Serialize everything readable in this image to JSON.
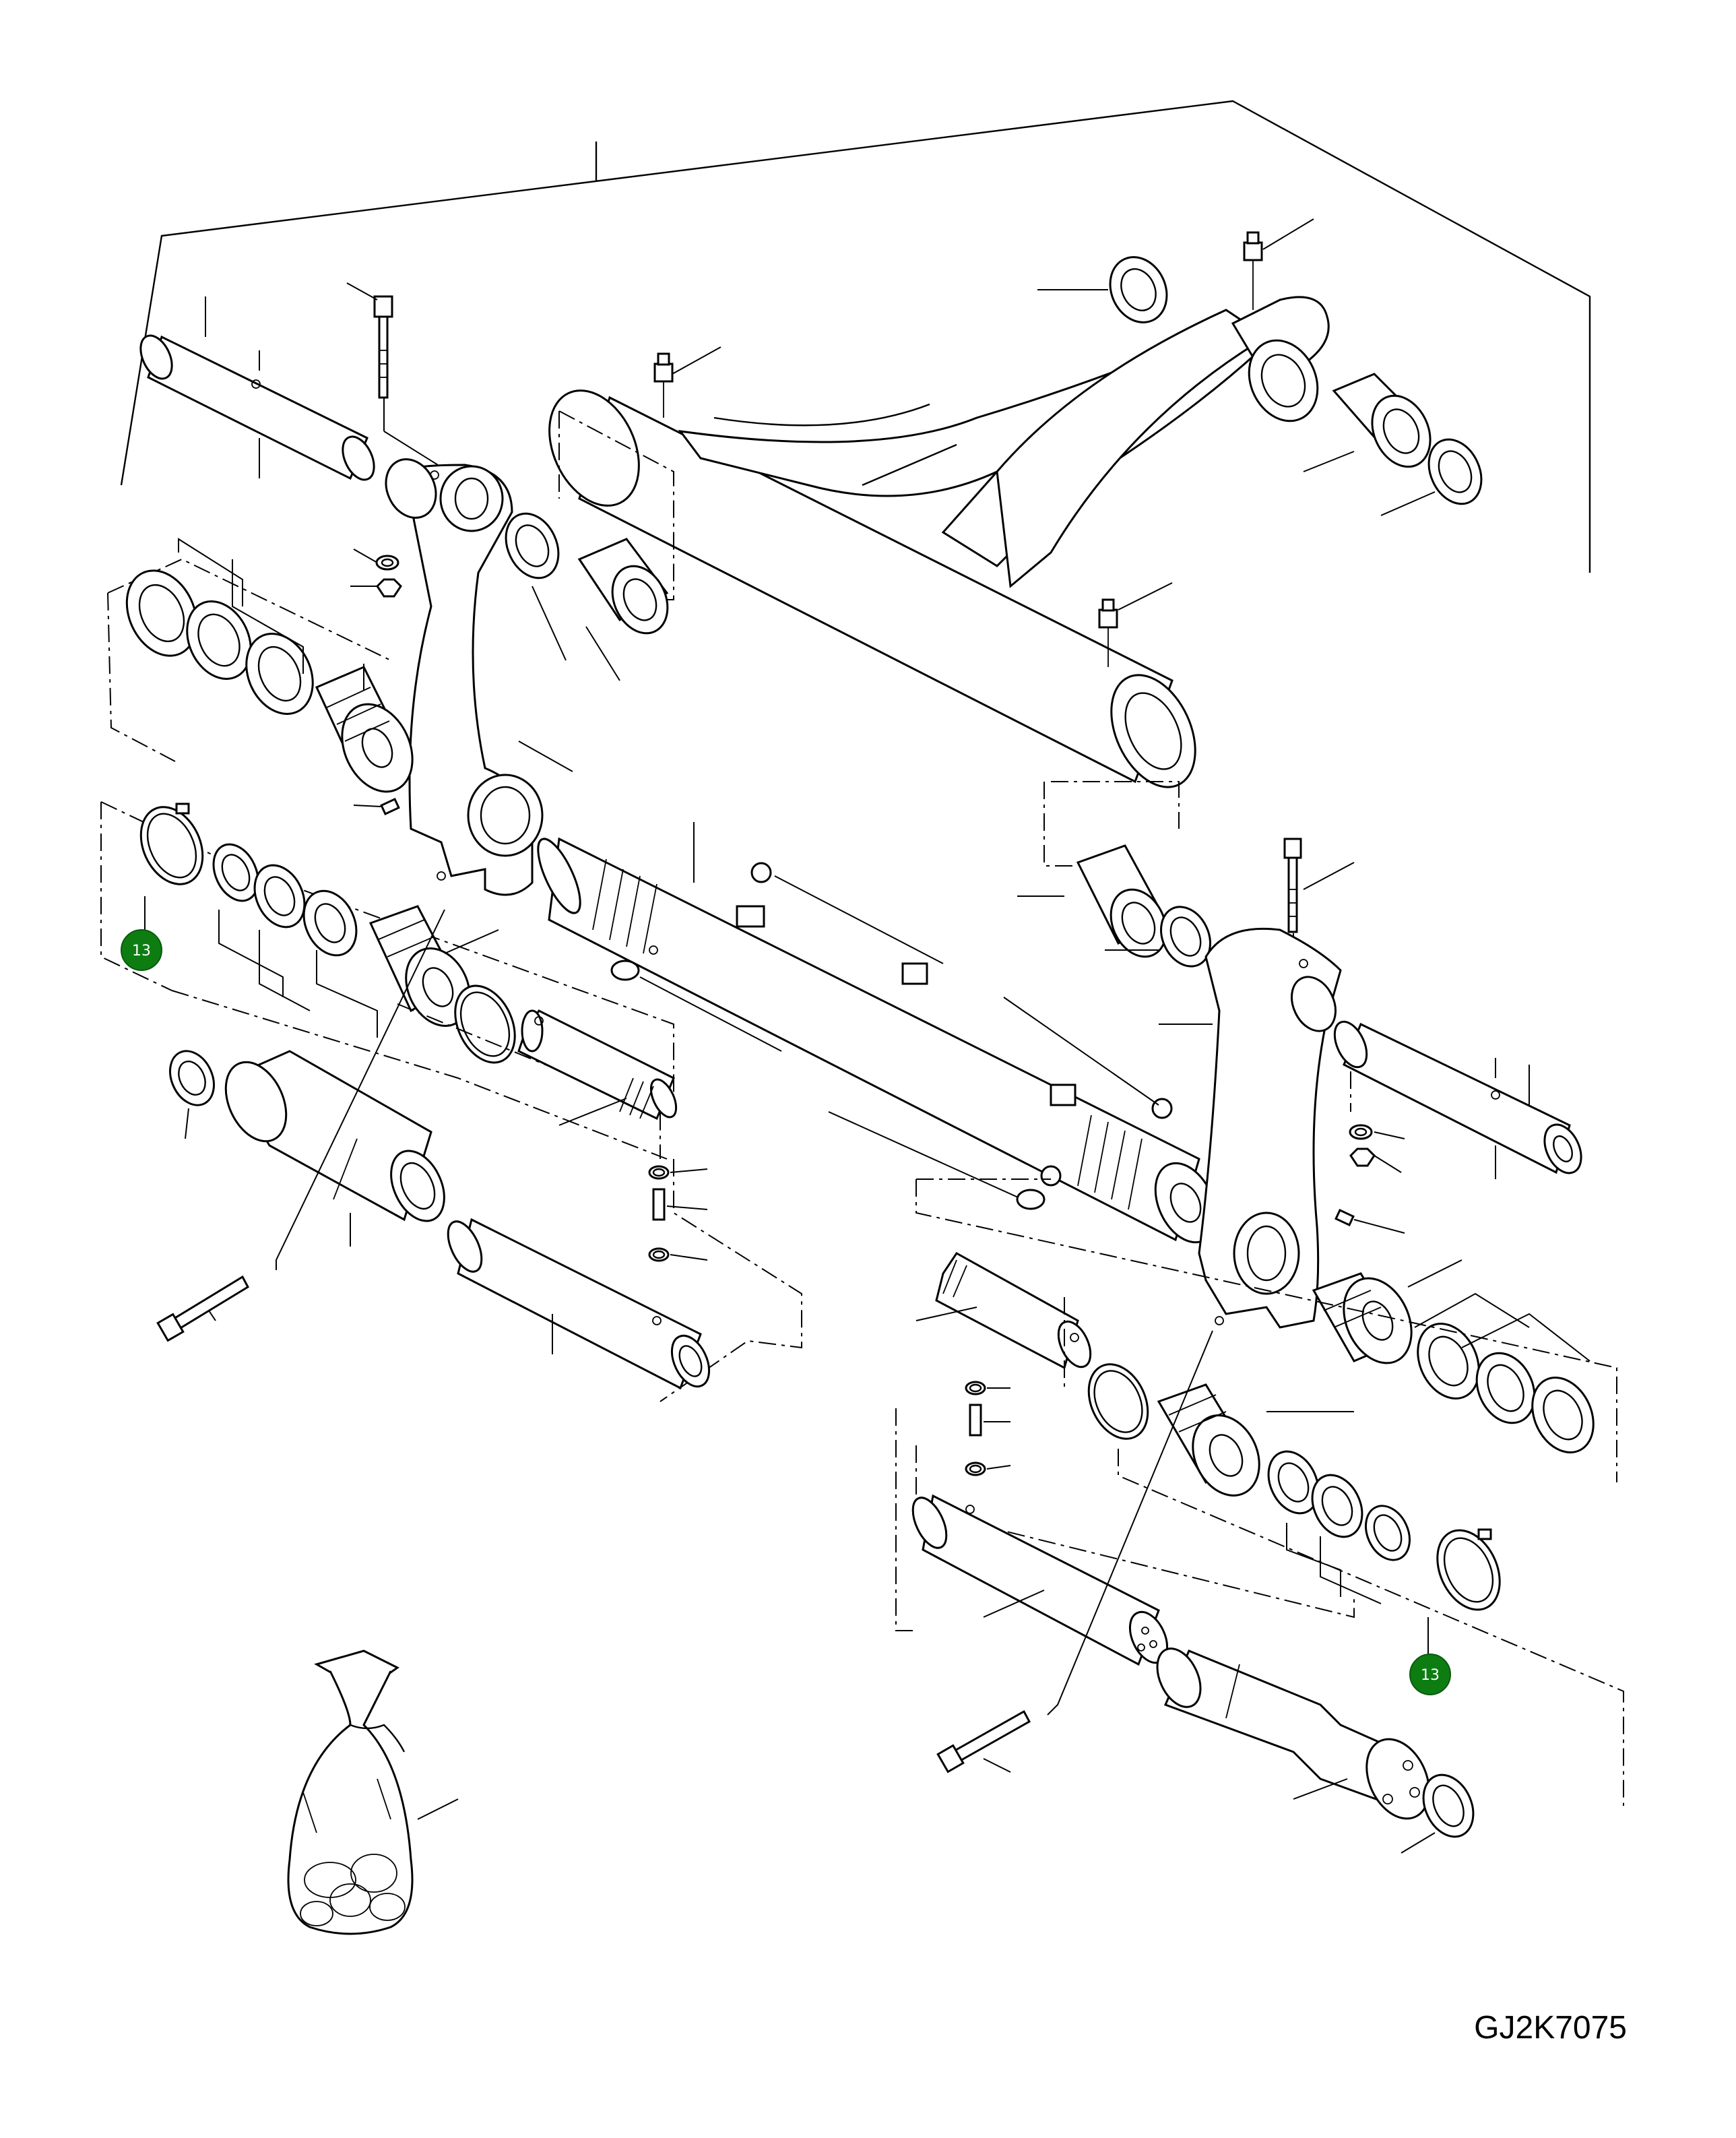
{
  "figure": {
    "reference_code": "GJ2K7075"
  },
  "callouts": [
    {
      "id": "left",
      "label": "13",
      "color": "#0d7d12"
    },
    {
      "id": "right",
      "label": "13",
      "color": "#0d7d12"
    }
  ],
  "colors": {
    "line": "#000000",
    "background": "#ffffff",
    "callout_badge": "#0d7d12"
  }
}
